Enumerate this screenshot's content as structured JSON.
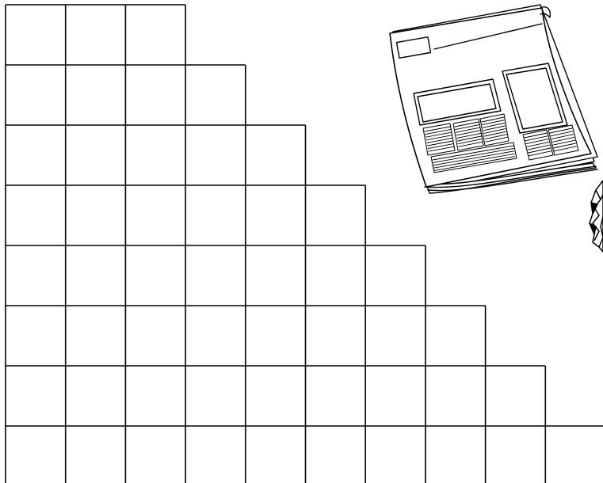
{
  "grid": {
    "rows": 8,
    "columns_per_row": [
      3,
      4,
      5,
      6,
      7,
      8,
      9,
      10
    ],
    "line_color": "#000000",
    "background": "#ffffff"
  },
  "illustrations": [
    {
      "name": "newspaper-icon"
    },
    {
      "name": "crumpled-paper-icon"
    }
  ]
}
